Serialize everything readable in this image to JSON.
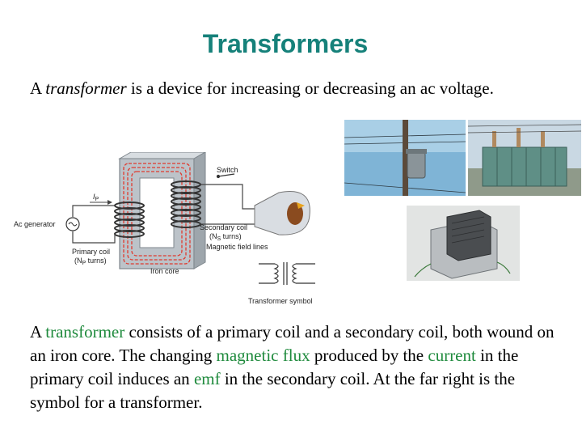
{
  "slide": {
    "title": "Transformers",
    "intro": {
      "prefix": "A ",
      "term": "transformer",
      "rest": " is a device for increasing or decreasing an ac voltage."
    },
    "body": {
      "t1": "A ",
      "h1": "transformer",
      "t2": " consists of a primary coil and a secondary coil, both wound on an iron core. The changing ",
      "h2": "magnetic flux",
      "t3": " produced by the ",
      "h3": "current",
      "t4": " in the primary coil induces an ",
      "h4": "emf",
      "t5": " in the secondary coil. At the far right is the symbol for a transformer."
    }
  },
  "diagram": {
    "switch": "Switch",
    "ac_generator": "Ac generator",
    "current_label": "I",
    "current_sub": "P",
    "primary_coil": "Primary coil",
    "primary_turns_open": "(N",
    "primary_turns_sub": "P",
    "primary_turns_close": " turns)",
    "secondary_coil": "Secondary coil",
    "secondary_turns_open": "(N",
    "secondary_turns_sub": "S",
    "secondary_turns_close": " turns)",
    "field_lines": "Magnetic field lines",
    "iron_core": "Iron core",
    "transformer_symbol": "Transformer symbol"
  },
  "colors": {
    "title": "#16817a",
    "highlight": "#1e8a3c",
    "field_lines": "#e03a2f"
  }
}
